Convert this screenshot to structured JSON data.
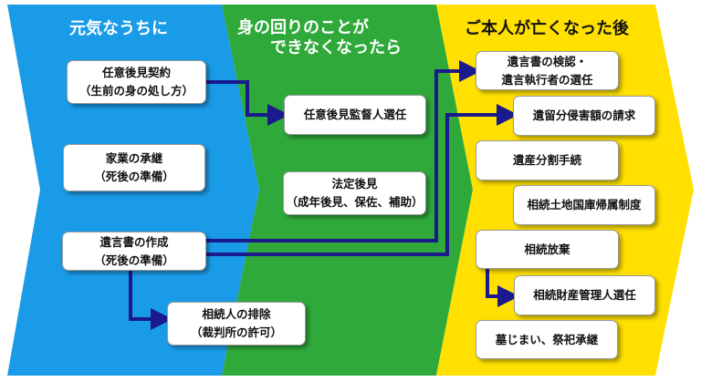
{
  "colors": {
    "phase1": "#1a9be8",
    "phase2": "#2fa93a",
    "phase3": "#ffe000",
    "arrow": "#1a1a8c"
  },
  "phases": [
    {
      "title": "元気なうちに"
    },
    {
      "title": "身の回りのことが\n　　できなくなったら"
    },
    {
      "title": "ご本人が亡くなった後"
    }
  ],
  "boxes": {
    "nin_i_koken": "任意後見契約\n（生前の身の処し方）",
    "kagyo": "家業の承継\n（死後の準備）",
    "igon_sakusei": "遺言書の作成\n（死後の準備）",
    "haijo": "相続人の排除\n（裁判所の許可）",
    "kantoku": "任意後見監督人選任",
    "hotei": "法定後見\n（成年後見、保佐、補助）",
    "kennin": "遺言書の検認・\n遺言執行者の選任",
    "iryubun": "遺留分侵害額の請求",
    "bunkatsu": "遺産分割手続",
    "tochi": "相続土地国庫帰属制度",
    "hoki": "相続放棄",
    "zaisan": "相続財産管理人選任",
    "haka": "墓じまい、祭祀承継"
  }
}
